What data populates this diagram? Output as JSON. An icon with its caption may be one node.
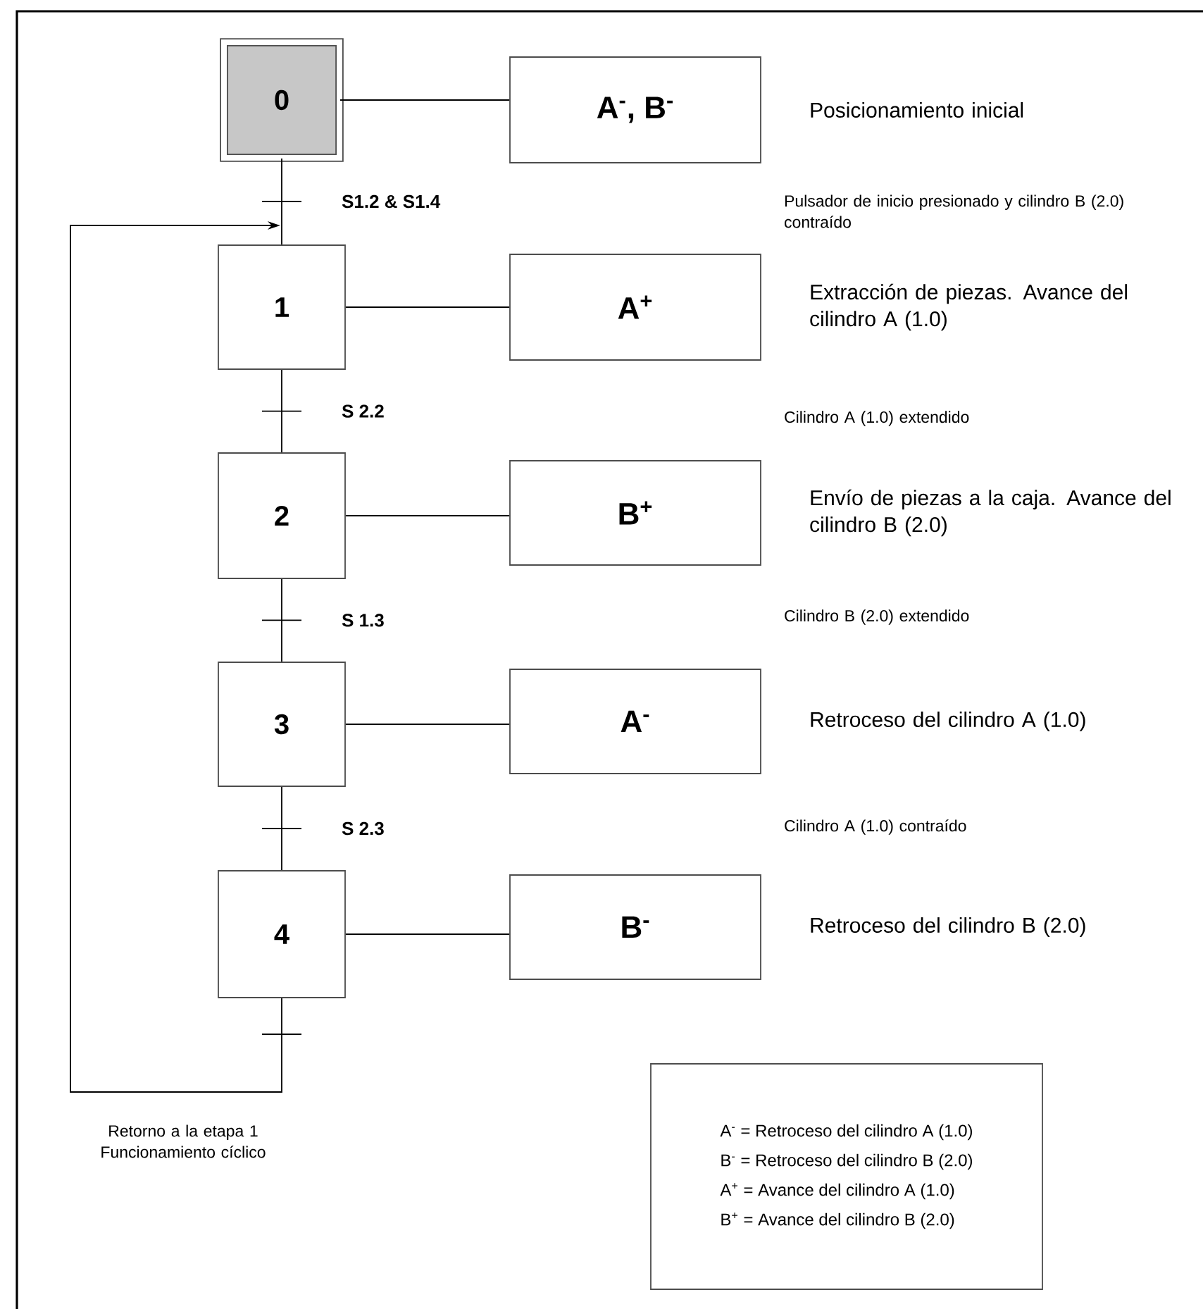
{
  "diagram": {
    "nodes": [
      {
        "text": [
          "0"
        ]
      },
      {
        "text": [
          "1"
        ]
      },
      {
        "text": [
          "2"
        ]
      },
      {
        "text": [
          "3"
        ]
      },
      {
        "text": [
          "4"
        ]
      },
      {
        "text": [
          "A$^{-}$, B$^{-}$"
        ],
        "beside": [
          "Posicionamiento inicial"
        ]
      },
      {
        "text": [
          "A$^{+}$"
        ],
        "beside": [
          "Extracción de piezas. Avance del cilindro A (1.0)"
        ]
      },
      {
        "text": [
          "B$^{+}$"
        ],
        "beside": [
          "Envío de piezas a la caja. Avance del cilindro B (2.0)"
        ]
      },
      {
        "text": [
          "A$^{-}$"
        ],
        "beside": [
          "Retroceso del cilindro A (1.0)"
        ]
      },
      {
        "text": [
          "B$^{-}$"
        ],
        "beside": [
          "Retroceso del cilindro B (2.0)"
        ]
      },
      {
        "text": [
          "A$^{-}$ = Retroceso del cilindro A (1.0)",
          "B$^{-}$ = Retroceso del cilindro B (2.0)",
          "A$^{+}$ = Avance del cilindro A (1.0)",
          "B$^{+}$ = Avance del cilindro B (2.0)"
        ]
      }
    ],
    "edges": [
      {
        "from": 0,
        "to": 5,
        "arrow": "none"
      },
      {
        "from": 0,
        "to": 1,
        "arrow": "none",
        "label": "S1.2  & S1.4"
      },
      {
        "from": 1,
        "to": 6,
        "arrow": "none"
      },
      {
        "from": 1,
        "to": 2,
        "arrow": "none",
        "label": "S 2.2"
      },
      {
        "from": 2,
        "to": 7,
        "arrow": "none"
      },
      {
        "from": 2,
        "to": 3,
        "arrow": "none",
        "label": "S 1.3"
      },
      {
        "from": 3,
        "to": 8,
        "arrow": "none"
      },
      {
        "from": 3,
        "to": 4,
        "arrow": "none",
        "label": "S 2.3"
      },
      {
        "from": 4,
        "to": 9,
        "arrow": "none"
      },
      {
        "from": 4,
        "to": 1,
        "arrow": "to"
      }
    ],
    "labels": [
      "Pulsador de inicio presionado y cilindro B (2.0) contraído",
      "Cilindro A (1.0) extendido",
      "Cilindro B (2.0) extendido",
      "Cilindro A (1.0) contraído",
      "Retorno a la etapa 1 Funcionamiento cíclico"
    ]
  }
}
